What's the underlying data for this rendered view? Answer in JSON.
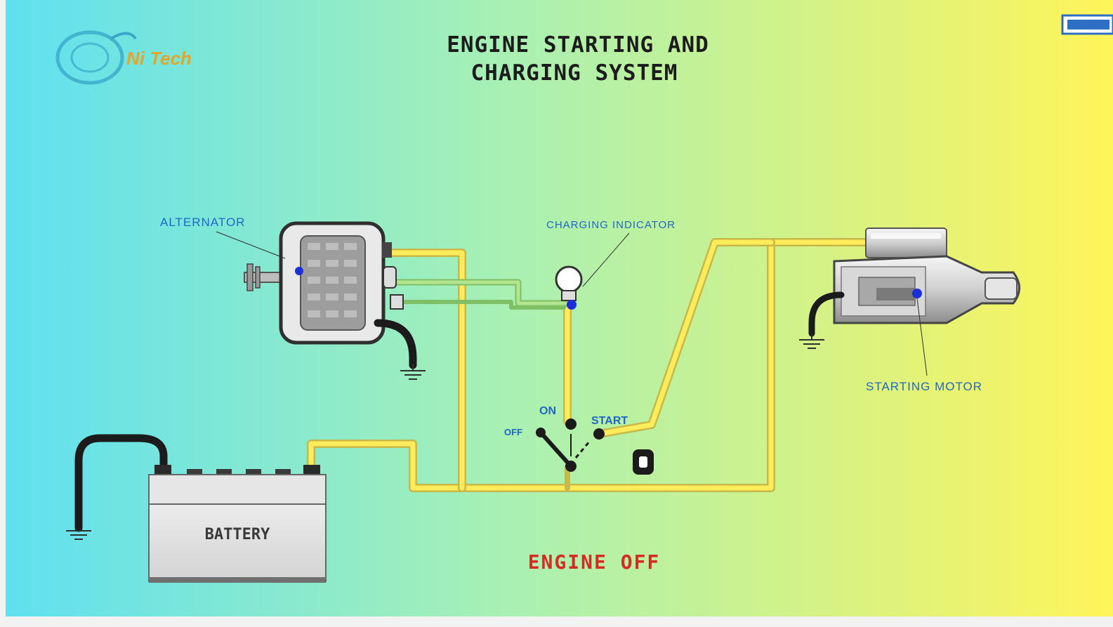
{
  "diagram": {
    "title_line1": "ENGINE STARTING AND",
    "title_line2": "CHARGING SYSTEM",
    "status": "ENGINE OFF",
    "labels": {
      "alternator": "ALTERNATOR",
      "charging_indicator": "CHARGING INDICATOR",
      "starting_motor": "STARTING MOTOR",
      "battery": "BATTERY",
      "switch_on": "ON",
      "switch_off": "OFF",
      "switch_start": "START"
    },
    "logo": {
      "text": "Ni Tech"
    }
  },
  "colors": {
    "background_left": "#5fe0f0",
    "background_mid": "#a8f0b0",
    "background_right": "#fff45a",
    "wire_fill": "#ffec5a",
    "wire_outline": "#c7b84a",
    "green_wire": "#9ad37a",
    "label_blue": "#1f67c4",
    "status_red": "#d42b22",
    "terminal_blue": "#1a2fd6"
  },
  "icons": {
    "ground": "ground-symbol-icon",
    "bulb": "lightbulb-icon",
    "key": "ignition-key-icon",
    "logo": "brand-logo-icon"
  }
}
